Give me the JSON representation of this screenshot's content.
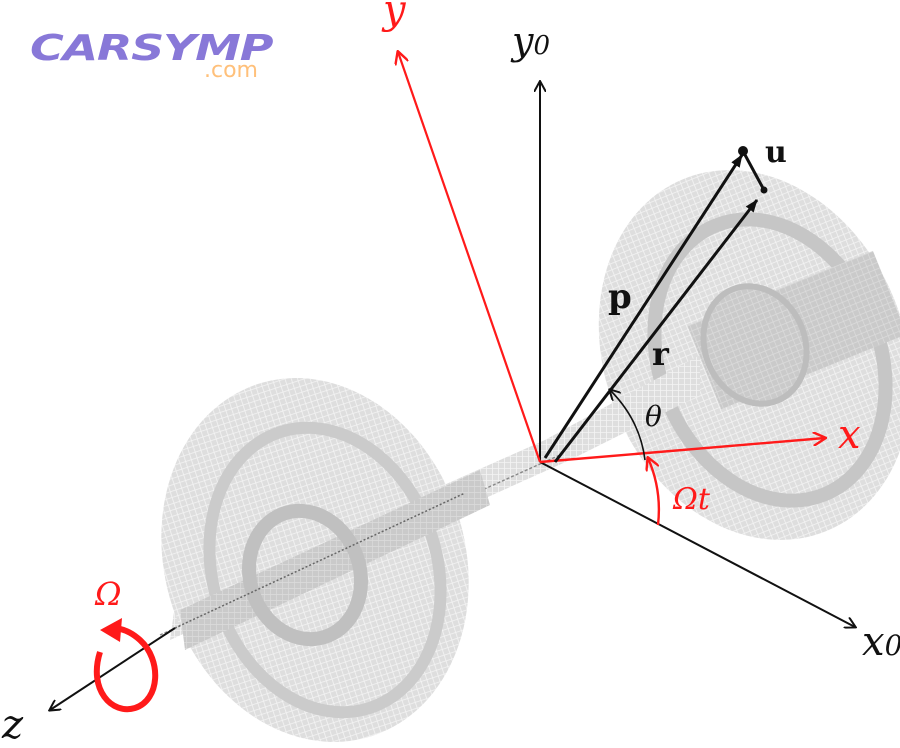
{
  "logo": {
    "main": "CARSYMP",
    "sub": ".com",
    "main_color": "#8878d8",
    "sub_color": "#ffc07a"
  },
  "diagram": {
    "description": "Rotating shaft with two discs (wireframe mesh) showing fixed and rotating coordinate frames",
    "fixed_frame": {
      "color": "#111111",
      "axes": [
        {
          "id": "y0",
          "label": "y",
          "subscript": "0"
        },
        {
          "id": "x0",
          "label": "x",
          "subscript": "0"
        },
        {
          "id": "z",
          "label": "z",
          "subscript": ""
        }
      ]
    },
    "rotating_frame": {
      "color": "#ff1a1a",
      "axes": [
        {
          "id": "y",
          "label": "y"
        },
        {
          "id": "x",
          "label": "x"
        }
      ]
    },
    "vectors": [
      {
        "id": "p",
        "label": "p"
      },
      {
        "id": "r",
        "label": "r"
      },
      {
        "id": "u",
        "label": "u"
      }
    ],
    "angles": [
      {
        "id": "theta",
        "label": "θ",
        "color": "#111111"
      },
      {
        "id": "omega_t",
        "label": "Ωt",
        "color": "#ff1a1a"
      }
    ],
    "rotation": {
      "label": "Ω",
      "color": "#ff1a1a"
    },
    "mesh_color": "#cfcfcf"
  }
}
